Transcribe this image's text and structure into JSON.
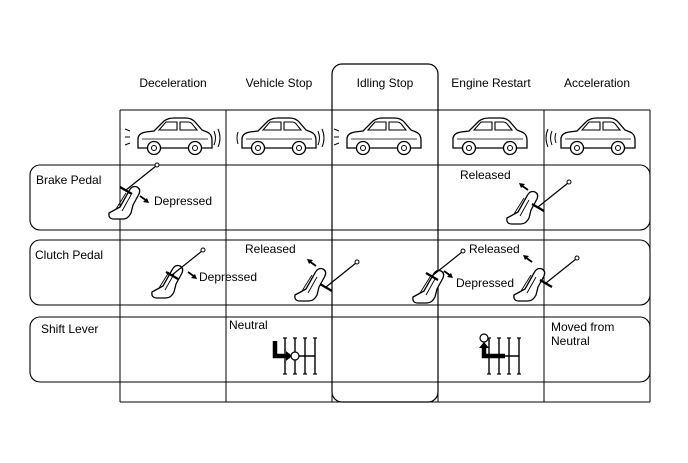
{
  "headers": [
    "Deceleration",
    "Vehicle Stop",
    "Idling Stop",
    "Engine Restart",
    "Acceleration"
  ],
  "rows": [
    {
      "label": "Brake Pedal"
    },
    {
      "label": "Clutch Pedal"
    },
    {
      "label": "Shift Lever"
    }
  ],
  "annotations": {
    "brake_depressed": "Depressed",
    "brake_released": "Released",
    "clutch_depressed_1": "Depressed",
    "clutch_released_1": "Released",
    "clutch_released_2": "Released",
    "clutch_depressed_2": "Depressed",
    "shift_neutral": "Neutral",
    "shift_moved_line1": "Moved from",
    "shift_moved_line2": "Neutral"
  },
  "icons": {
    "car": "car-icon",
    "foot": "foot-icon",
    "pedal": "pedal-icon",
    "arrow": "arrow-icon",
    "shift": "shift-gate-icon"
  }
}
